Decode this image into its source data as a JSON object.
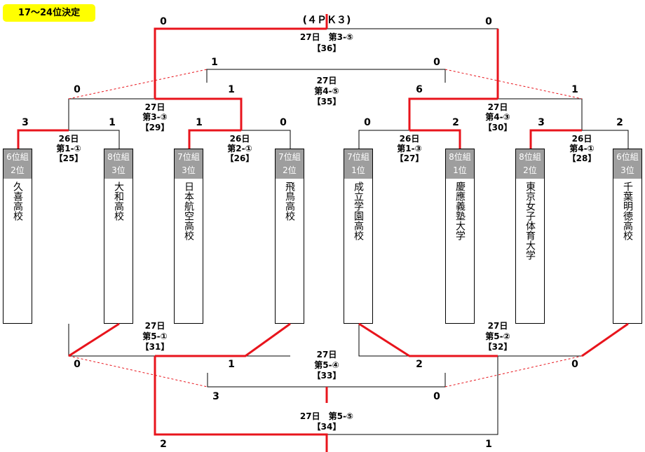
{
  "title": "17〜24位決定",
  "colors": {
    "win": "#e8141c",
    "line": "#000000",
    "seed_bg": "#9e9e9e",
    "title_bg": "#ffff00"
  },
  "teams": [
    {
      "seed_lines": [
        "6位組",
        "2位"
      ],
      "name": "久喜高校"
    },
    {
      "seed_lines": [
        "8位組",
        "3位"
      ],
      "name": "大和高校"
    },
    {
      "seed_lines": [
        "7位組",
        "3位"
      ],
      "name": "日本航空高校"
    },
    {
      "seed_lines": [
        "7位組",
        "2位"
      ],
      "name": "飛鳥高校"
    },
    {
      "seed_lines": [
        "7位組",
        "1位"
      ],
      "name": "成立学園高校"
    },
    {
      "seed_lines": [
        "8位組",
        "1位"
      ],
      "name": "慶應義塾大学"
    },
    {
      "seed_lines": [
        "8位組",
        "2位"
      ],
      "name": "東京女子体育大学"
    },
    {
      "seed_lines": [
        "6位組",
        "3位"
      ],
      "name": "千葉明徳高校"
    }
  ],
  "matches": [
    {
      "id": "m25",
      "scores": [
        "3",
        "1"
      ],
      "info": [
        "26日",
        "第1-①",
        "【25】"
      ]
    },
    {
      "id": "m26",
      "scores": [
        "1",
        "0"
      ],
      "info": [
        "26日",
        "第2-①",
        "【26】"
      ]
    },
    {
      "id": "m27",
      "scores": [
        "0",
        "2"
      ],
      "info": [
        "26日",
        "第1-③",
        "【27】"
      ]
    },
    {
      "id": "m28",
      "scores": [
        "3",
        "2"
      ],
      "info": [
        "26日",
        "第4-①",
        "【28】"
      ]
    },
    {
      "id": "m29",
      "scores": [
        "0",
        "1"
      ],
      "info": [
        "27日",
        "第3-③",
        "【29】"
      ]
    },
    {
      "id": "m30",
      "scores": [
        "6",
        "1"
      ],
      "info": [
        "27日",
        "第4-③",
        "【30】"
      ]
    },
    {
      "id": "m35",
      "scores": [
        "1",
        "0"
      ],
      "info": [
        "27日",
        "第4-⑤",
        "【35】"
      ]
    },
    {
      "id": "m36",
      "scores": [
        "0",
        "0"
      ],
      "pk": "(４ＰＫ３)",
      "info": [
        "27日　第3-⑤",
        "【36】"
      ]
    },
    {
      "id": "m31",
      "scores": [
        "0",
        "1"
      ],
      "info": [
        "27日",
        "第5-①",
        "【31】"
      ]
    },
    {
      "id": "m32",
      "scores": [
        "2",
        "0"
      ],
      "info": [
        "27日",
        "第5-②",
        "【32】"
      ]
    },
    {
      "id": "m33",
      "scores": [
        "3",
        "0"
      ],
      "info": [
        "27日",
        "第5-④",
        "【33】"
      ]
    },
    {
      "id": "m34",
      "scores": [
        "2",
        "1"
      ],
      "info": [
        "27日　第5-⑤",
        "【34】"
      ]
    }
  ]
}
